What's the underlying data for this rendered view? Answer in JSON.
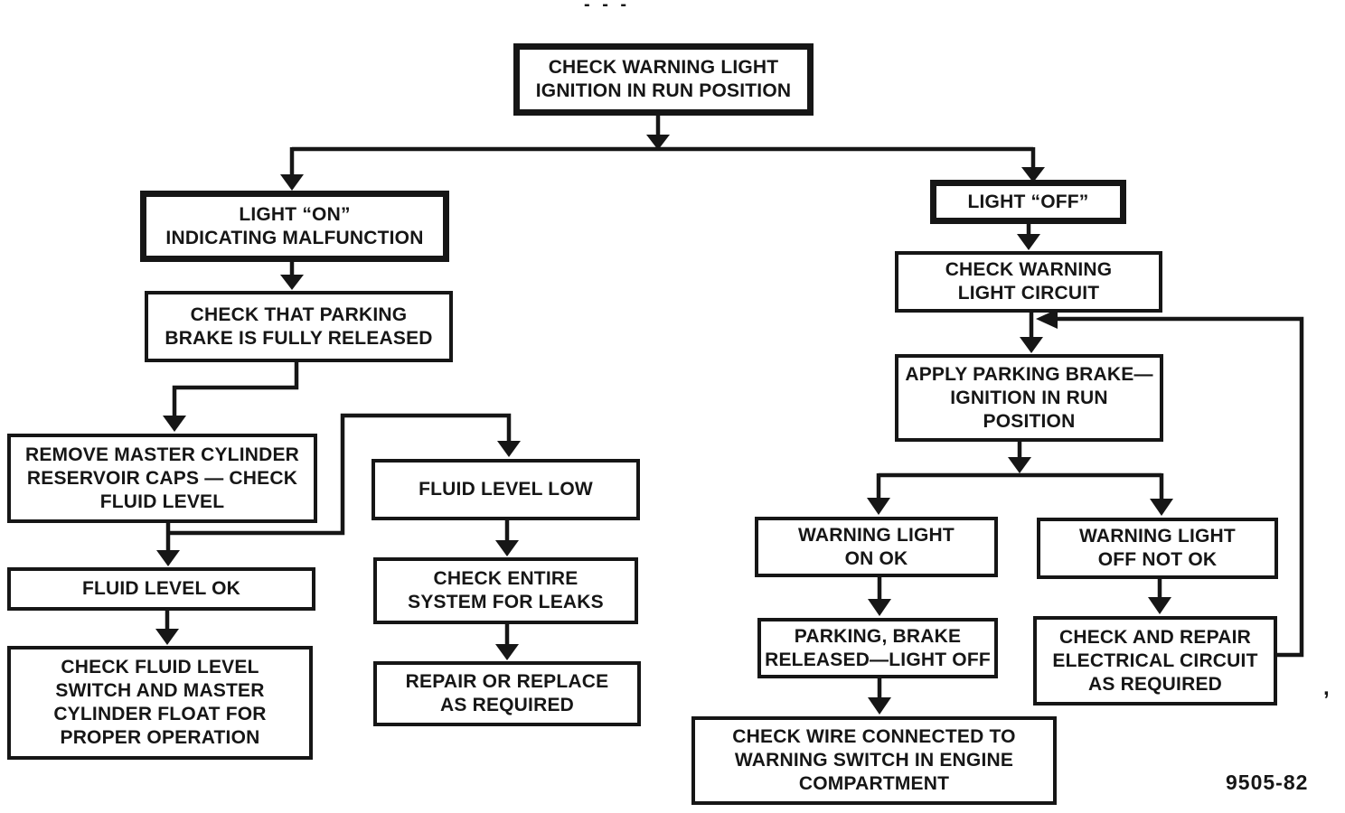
{
  "page": {
    "background": "#ffffff",
    "ink": "#161616"
  },
  "header_artifact": "- - -",
  "figure_number": "9505-82",
  "stray_mark": ",",
  "nodes": {
    "check_warning_light": {
      "style": "decision",
      "lines": [
        "CHECK WARNING LIGHT",
        "IGNITION IN RUN POSITION"
      ]
    },
    "light_on": {
      "style": "decision",
      "lines": [
        "LIGHT “ON”",
        "INDICATING MALFUNCTION"
      ]
    },
    "check_parking_brake": {
      "style": "process",
      "lines": [
        "CHECK THAT PARKING",
        "BRAKE IS FULLY RELEASED"
      ]
    },
    "remove_master_cylinder": {
      "style": "process",
      "lines": [
        "REMOVE MASTER CYLINDER",
        "RESERVOIR CAPS — CHECK",
        "FLUID LEVEL"
      ]
    },
    "fluid_level_ok": {
      "style": "process",
      "lines": [
        "FLUID LEVEL OK"
      ]
    },
    "check_fluid_switch": {
      "style": "process",
      "lines": [
        "CHECK FLUID LEVEL",
        "SWITCH AND MASTER",
        "CYLINDER FLOAT FOR",
        "PROPER OPERATION"
      ]
    },
    "fluid_level_low": {
      "style": "process",
      "lines": [
        "FLUID LEVEL LOW"
      ]
    },
    "check_system_leaks": {
      "style": "process",
      "lines": [
        "CHECK ENTIRE",
        "SYSTEM FOR LEAKS"
      ]
    },
    "repair_replace": {
      "style": "process",
      "lines": [
        "REPAIR OR REPLACE",
        "AS REQUIRED"
      ]
    },
    "light_off": {
      "style": "decision",
      "lines": [
        "LIGHT “OFF”"
      ]
    },
    "check_warning_circuit": {
      "style": "process",
      "lines": [
        "CHECK WARNING",
        "LIGHT CIRCUIT"
      ]
    },
    "apply_parking_brake": {
      "style": "process",
      "lines": [
        "APPLY PARKING BRAKE—",
        "IGNITION IN RUN",
        "POSITION"
      ]
    },
    "warning_on_ok": {
      "style": "process",
      "lines": [
        "WARNING LIGHT",
        "ON OK"
      ]
    },
    "warning_off_not_ok": {
      "style": "process",
      "lines": [
        "WARNING LIGHT",
        "OFF NOT OK"
      ]
    },
    "parking_brake_released": {
      "style": "process",
      "lines": [
        "PARKING, BRAKE",
        "RELEASED—LIGHT OFF"
      ]
    },
    "check_repair_electrical": {
      "style": "process",
      "lines": [
        "CHECK AND REPAIR",
        "ELECTRICAL CIRCUIT",
        "AS REQUIRED"
      ]
    },
    "check_wire": {
      "style": "process",
      "lines": [
        "CHECK WIRE CONNECTED TO",
        "WARNING SWITCH IN ENGINE",
        "COMPARTMENT"
      ]
    }
  },
  "edges": [
    {
      "from": "check_warning_light",
      "to": "light_on"
    },
    {
      "from": "check_warning_light",
      "to": "light_off"
    },
    {
      "from": "light_on",
      "to": "check_parking_brake"
    },
    {
      "from": "check_parking_brake",
      "to": "remove_master_cylinder"
    },
    {
      "from": "remove_master_cylinder",
      "to": "fluid_level_ok"
    },
    {
      "from": "remove_master_cylinder",
      "to": "fluid_level_low"
    },
    {
      "from": "fluid_level_ok",
      "to": "check_fluid_switch"
    },
    {
      "from": "fluid_level_low",
      "to": "check_system_leaks"
    },
    {
      "from": "check_system_leaks",
      "to": "repair_replace"
    },
    {
      "from": "light_off",
      "to": "check_warning_circuit"
    },
    {
      "from": "check_warning_circuit",
      "to": "apply_parking_brake"
    },
    {
      "from": "apply_parking_brake",
      "to": "warning_on_ok"
    },
    {
      "from": "apply_parking_brake",
      "to": "warning_off_not_ok"
    },
    {
      "from": "warning_on_ok",
      "to": "parking_brake_released"
    },
    {
      "from": "parking_brake_released",
      "to": "check_wire"
    },
    {
      "from": "warning_off_not_ok",
      "to": "check_repair_electrical"
    },
    {
      "from": "check_repair_electrical",
      "to": "check_warning_circuit"
    }
  ]
}
